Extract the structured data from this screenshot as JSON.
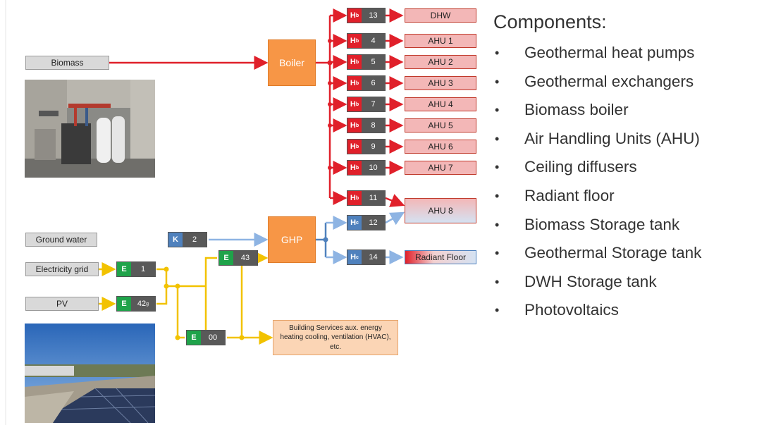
{
  "sources": {
    "biomass": "Biomass",
    "ground_water": "Ground water",
    "electricity_grid": "Electricity grid",
    "pv": "PV"
  },
  "nodes": {
    "boiler": "Boiler",
    "ghp": "GHP"
  },
  "heat_meters": [
    {
      "letter": "H",
      "sub": "b",
      "num": "13",
      "sink": "DHW"
    },
    {
      "letter": "H",
      "sub": "b",
      "num": "4",
      "sink": "AHU 1"
    },
    {
      "letter": "H",
      "sub": "b",
      "num": "5",
      "sink": "AHU 2"
    },
    {
      "letter": "H",
      "sub": "b",
      "num": "6",
      "sink": "AHU 3"
    },
    {
      "letter": "H",
      "sub": "b",
      "num": "7",
      "sink": "AHU 4"
    },
    {
      "letter": "H",
      "sub": "b",
      "num": "8",
      "sink": "AHU 5"
    },
    {
      "letter": "H",
      "sub": "b",
      "num": "9",
      "sink": "AHU 6"
    },
    {
      "letter": "H",
      "sub": "b",
      "num": "10",
      "sink": "AHU 7"
    },
    {
      "letter": "H",
      "sub": "b",
      "num": "11"
    }
  ],
  "ahu8": "AHU 8",
  "cold_meters": [
    {
      "letter": "H",
      "sub": "c",
      "num": "12"
    },
    {
      "letter": "H",
      "sub": "c",
      "num": "14",
      "sink": "Radiant Floor"
    }
  ],
  "k_meter": {
    "letter": "K",
    "num": "2"
  },
  "elec_meters": {
    "e1": {
      "letter": "E",
      "num": "1"
    },
    "e42": {
      "letter": "E",
      "num": "42",
      "sub": "g"
    },
    "e43": {
      "letter": "E",
      "num": "43"
    },
    "e00": {
      "letter": "E",
      "num": "00"
    }
  },
  "aux_box": "Building Services aux. energy heating cooling, ventilation (HVAC), etc.",
  "components": {
    "title": "Components:",
    "bullet": "•",
    "items": [
      "Geothermal heat pumps",
      "Geothermal exchangers",
      "Biomass boiler",
      "Air Handling Units (AHU)",
      "Ceiling diffusers",
      "Radiant floor",
      "Biomass Storage tank",
      "Geothermal Storage tank",
      "DWH Storage tank",
      "Photovoltaics"
    ]
  },
  "colors": {
    "heat": "#e0202a",
    "cold": "#4f81bd",
    "elec": "#f2c200",
    "node": "#f79646"
  }
}
